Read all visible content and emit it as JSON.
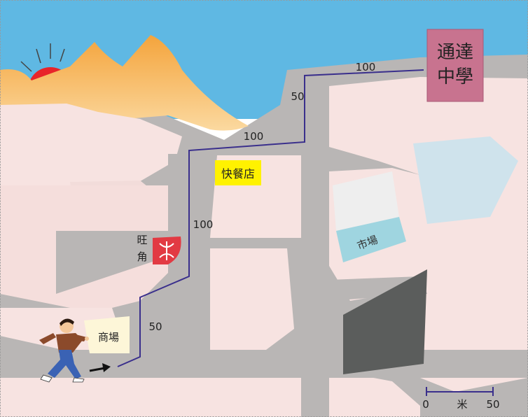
{
  "route": {
    "segments": [
      "100",
      "50",
      "100",
      "100",
      "50"
    ],
    "color": "#3a2f8c"
  },
  "labels": {
    "school_line1": "通達",
    "school_line2": "中學",
    "fast_food": "快餐店",
    "market": "市場",
    "mong_kok": "旺角",
    "mall": "商場",
    "mtr_symbol": "MTR"
  },
  "scale": {
    "start": "0",
    "end": "50",
    "unit": "米"
  },
  "colors": {
    "sea": "#5fb8e3",
    "road": "#b9b6b5",
    "block": "#f7e3e1",
    "mountain": "#f2ad4a",
    "sun": "#e8242a",
    "school": "#c8738f",
    "fast_food": "#fff200",
    "market": "#9fd5e0",
    "mtr": "#e23a43"
  }
}
